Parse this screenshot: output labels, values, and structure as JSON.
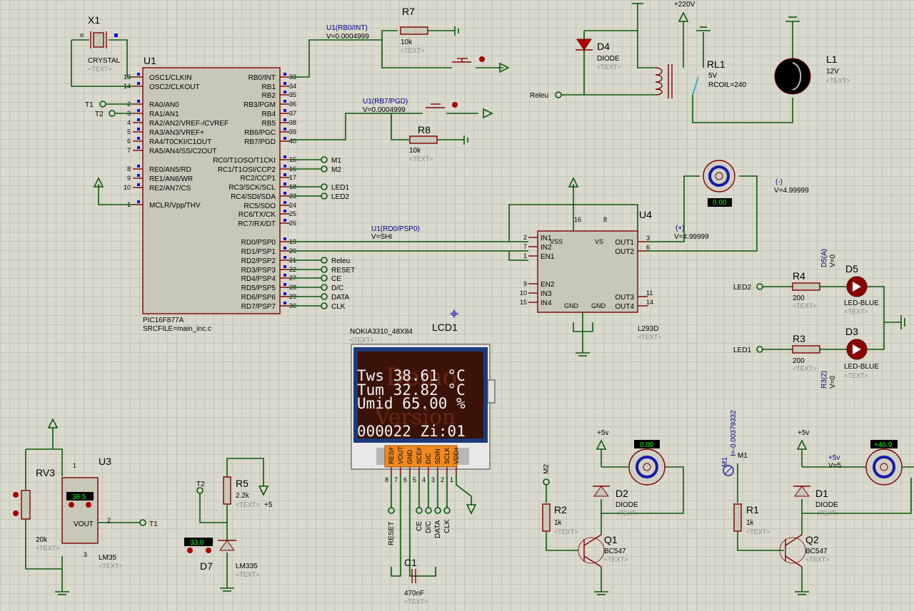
{
  "u1": {
    "ref": "U1",
    "part": "PIC16F877A",
    "src": "SRCFILE=main_inc.c",
    "left_pins": [
      {
        "num": "13",
        "name": "OSC1/CLKIN"
      },
      {
        "num": "14",
        "name": "OSC2/CLKOUT"
      },
      {
        "num": "2",
        "name": "RA0/AN0"
      },
      {
        "num": "3",
        "name": "RA1/AN1"
      },
      {
        "num": "4",
        "name": "RA2/AN2/VREF-/CVREF"
      },
      {
        "num": "5",
        "name": "RA3/AN3/VREF+"
      },
      {
        "num": "6",
        "name": "RA4/T0CKI/C1OUT"
      },
      {
        "num": "7",
        "name": "RA5/AN4/SS/C2OUT"
      },
      {
        "num": "8",
        "name": "RE0/AN5/RD"
      },
      {
        "num": "9",
        "name": "RE1/AN6/WR"
      },
      {
        "num": "10",
        "name": "RE2/AN7/CS"
      },
      {
        "num": "1",
        "name": "MCLR/Vpp/THV"
      }
    ],
    "right_pins": [
      {
        "num": "33",
        "name": "RB0/INT"
      },
      {
        "num": "34",
        "name": "RB1"
      },
      {
        "num": "35",
        "name": "RB2"
      },
      {
        "num": "36",
        "name": "RB3/PGM"
      },
      {
        "num": "37",
        "name": "RB4"
      },
      {
        "num": "38",
        "name": "RB5"
      },
      {
        "num": "39",
        "name": "RB6/PGC"
      },
      {
        "num": "40",
        "name": "RB7/PGD"
      },
      {
        "num": "15",
        "name": "RC0/T1OSO/T1CKI"
      },
      {
        "num": "16",
        "name": "RC1/T1OSI/CCP2"
      },
      {
        "num": "17",
        "name": "RC2/CCP1"
      },
      {
        "num": "18",
        "name": "RC3/SCK/SCL"
      },
      {
        "num": "23",
        "name": "RC4/SDI/SDA"
      },
      {
        "num": "24",
        "name": "RC5/SDO"
      },
      {
        "num": "25",
        "name": "RC6/TX/CK"
      },
      {
        "num": "26",
        "name": "RC7/RX/DT"
      },
      {
        "num": "19",
        "name": "RD0/PSP0"
      },
      {
        "num": "20",
        "name": "RD1/PSP1"
      },
      {
        "num": "21",
        "name": "RD2/PSP2"
      },
      {
        "num": "22",
        "name": "RD3/PSP3"
      },
      {
        "num": "27",
        "name": "RD4/PSP4"
      },
      {
        "num": "28",
        "name": "RD5/PSP5"
      },
      {
        "num": "29",
        "name": "RD6/PSP6"
      },
      {
        "num": "30",
        "name": "RD7/PSP7"
      }
    ]
  },
  "terminals": {
    "t1_left": "T1",
    "t2_left": "T2",
    "m1": "M1",
    "m2": "M2",
    "led1": "LED1",
    "led2": "LED2",
    "releu": "Releu",
    "reset": "RESET",
    "ce": "CE",
    "dc": "D/C",
    "data": "DATA",
    "clk": "CLK",
    "t1_u3": "T1",
    "t2_r5": "T2",
    "led2_r4": "LED2",
    "led1_r3": "LED1",
    "releu_d4": "Releu",
    "m2_q1": "M2",
    "m1_q2": "M1"
  },
  "x1": {
    "ref": "X1",
    "value": "CRYSTAL",
    "text": "<TEXT>"
  },
  "r7": {
    "ref": "R7",
    "value": "10k",
    "text": "<TEXT>"
  },
  "r8": {
    "ref": "R8",
    "value": "10k",
    "text": "<TEXT>"
  },
  "probes": {
    "rb0_name": "U1(RB0/INT)",
    "rb0_val": "V=0.0004999",
    "rb7_name": "U1(RB7/PGD)",
    "rb7_val": "V=0.0004999",
    "rd0_name": "U1(RD0/PSP0)",
    "rd0_val": "V=SHI",
    "plus_name": "(+)",
    "plus_val": "V=4.99999",
    "minus_name": "(-)",
    "minus_val": "V=4.99999",
    "d5_name": "D5(A)",
    "d5_val": "V=0",
    "r3_name": "R3(2)",
    "r3_val": "V=0",
    "m1_val": "I=-0.00379332",
    "m1_name": "M1",
    "plus5_name": "+5v",
    "plus5_val": "V=5"
  },
  "d4": {
    "ref": "D4",
    "value": "DIODE",
    "text": "<TEXT>"
  },
  "rl1": {
    "ref": "RL1",
    "value": "5V",
    "rcoil": "RCOIL=240",
    "supply": "+220V"
  },
  "l1": {
    "ref": "L1",
    "value": "12V",
    "text": "<TEXT>"
  },
  "u4": {
    "ref": "U4",
    "part": "L293D",
    "text": "<TEXT>",
    "pins_left": [
      {
        "num": "2",
        "name": "IN1"
      },
      {
        "num": "7",
        "name": "IN2"
      },
      {
        "num": "1",
        "name": "EN1"
      },
      {
        "num": "9",
        "name": "EN2"
      },
      {
        "num": "10",
        "name": "IN3"
      },
      {
        "num": "15",
        "name": "IN4"
      }
    ],
    "pins_right": [
      {
        "num": "3",
        "name": "OUT1"
      },
      {
        "num": "6",
        "name": "OUT2"
      },
      {
        "num": "11",
        "name": "OUT3"
      },
      {
        "num": "14",
        "name": "OUT4"
      }
    ],
    "top": [
      {
        "num": "16",
        "name": "VSS"
      },
      {
        "num": "8",
        "name": "VS"
      }
    ],
    "bottom_labels": [
      "GND",
      "GND"
    ]
  },
  "motor_top": {
    "reading": "0.00"
  },
  "r4": {
    "ref": "R4",
    "value": "200",
    "text": "<TEXT>"
  },
  "r3": {
    "ref": "R3",
    "value": "200",
    "text": "<TEXT>"
  },
  "d5": {
    "ref": "D5",
    "value": "LED-BLUE",
    "text": "<TEXT>"
  },
  "d3": {
    "ref": "D3",
    "value": "LED-BLUE",
    "text": "<TEXT>"
  },
  "lcd": {
    "ref": "LCD1",
    "model": "NOKIA3310_48X84",
    "text": "<TEXT>",
    "lines": [
      "Tws  38.61 °C",
      "Tum  32.82 °C",
      "Umid 65.00 %",
      "000022 Zi:01"
    ],
    "pins": [
      "RES#",
      "VOUT",
      "GND",
      "SCE#",
      "D/C",
      "SDIN",
      "SCLK",
      "VDD+"
    ],
    "pin_nums": [
      "8",
      "7",
      "6",
      "5",
      "4",
      "3",
      "2",
      "1"
    ],
    "watermark": "Demo Version"
  },
  "c1": {
    "ref": "C1",
    "value": "470nF",
    "text": "<TEXT>"
  },
  "rv3": {
    "ref": "RV3",
    "value": "20k",
    "text": "<TEXT>"
  },
  "u3": {
    "ref": "U3",
    "part": "LM35",
    "text": "<TEXT>",
    "reading": "38.5",
    "pin_label": "VOUT",
    "pin1": "1",
    "pin2": "2",
    "pin3": "3"
  },
  "r5": {
    "ref": "R5",
    "value": "2.2k",
    "text": "<TEXT>",
    "supply": "+5"
  },
  "d7": {
    "ref": "D7",
    "part": "LM335",
    "text": "<TEXT>",
    "reading": "33.0"
  },
  "q1_block": {
    "supply": "+5v",
    "motor_reading": "0.00",
    "d2_ref": "D2",
    "d2_val": "DIODE",
    "d2_text": "<TEXT>",
    "r2_ref": "R2",
    "r2_val": "1k",
    "r2_text": "<TEXT>",
    "q_ref": "Q1",
    "q_val": "BC547",
    "q_text": "<TEXT>"
  },
  "q2_block": {
    "supply": "+5v",
    "motor_reading": "+46.9",
    "d1_ref": "D1",
    "d1_val": "DIODE",
    "d1_text": "<TEXT>",
    "r1_ref": "R1",
    "r1_val": "1k",
    "r1_text": "<TEXT>",
    "q_ref": "Q2",
    "q_val": "BC547",
    "q_text": "<TEXT>"
  }
}
